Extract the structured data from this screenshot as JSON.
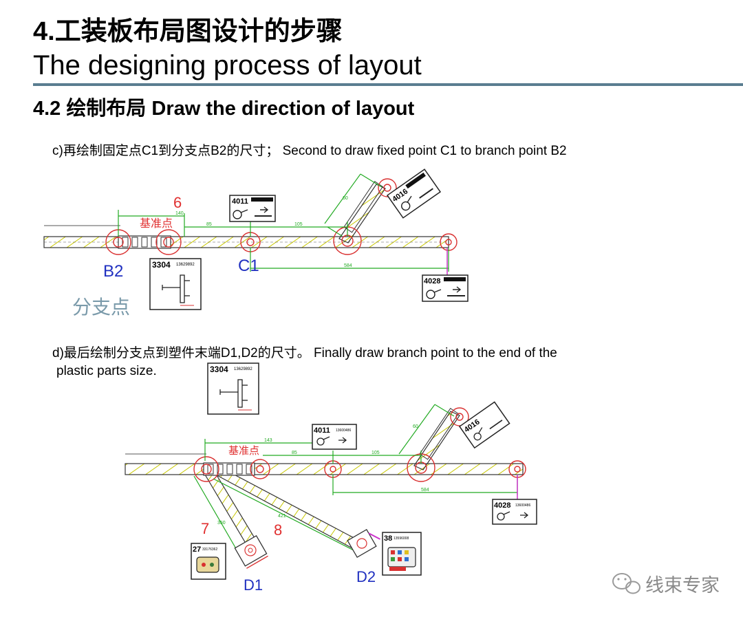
{
  "header": {
    "title_cn": "4.工装板布局图设计的步骤",
    "title_en": "The designing process of layout",
    "subtitle": "4.2  绘制布局 Draw the direction of layout",
    "accent_color": "#5a7d90"
  },
  "step_c": {
    "text": "c)再绘制固定点C1到分支点B2的尺寸；   Second to draw fixed point C1 to branch point B2"
  },
  "step_d": {
    "line1": "d)最后绘制分支点到塑件末端D1,D2的尺寸。 Finally draw branch point to the end of the",
    "line2": "plastic parts size."
  },
  "diagram_c": {
    "dim_label": "6",
    "ref_label": "基准点",
    "point_b2": "B2",
    "point_c1": "C1",
    "branch_label": "分支点",
    "dims": [
      "140",
      "85",
      "105",
      "60",
      "584"
    ],
    "connectors": [
      {
        "code": "4011",
        "part": ""
      },
      {
        "code": "4016",
        "part": ""
      },
      {
        "code": "3304",
        "part": "13629892"
      },
      {
        "code": "4028",
        "part": ""
      }
    ]
  },
  "diagram_d": {
    "ref_label": "基准点",
    "label_7": "7",
    "label_8": "8",
    "point_d1": "D1",
    "point_d2": "D2",
    "dims": [
      "143",
      "85",
      "105",
      "60",
      "584",
      "350",
      "421"
    ],
    "connectors": [
      {
        "code": "3304",
        "part": "13629892"
      },
      {
        "code": "4011",
        "part": "13600486"
      },
      {
        "code": "4016",
        "part": ""
      },
      {
        "code": "4028",
        "part": "13600486"
      },
      {
        "code": "27",
        "part": "33176362"
      },
      {
        "code": "38",
        "part": "13596008"
      }
    ]
  },
  "watermark": {
    "text": "线束专家"
  },
  "colors": {
    "dimension": "#22aa22",
    "circle": "#d93030",
    "label_red": "#e03030",
    "label_blue": "#2030c0",
    "magenta": "#cc33cc"
  }
}
